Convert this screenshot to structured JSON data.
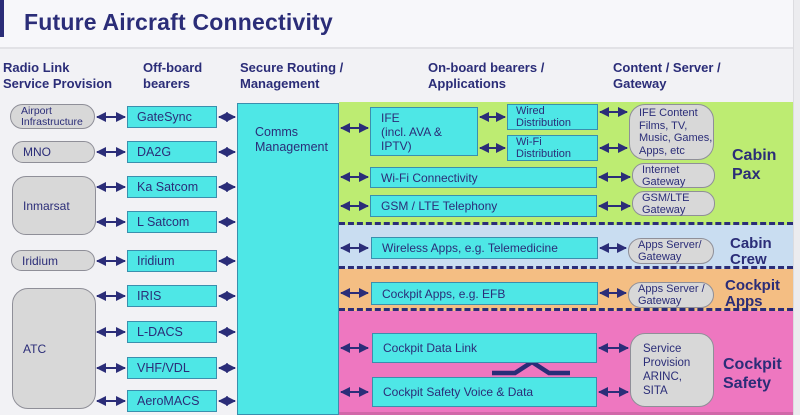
{
  "title": "Future Aircraft Connectivity",
  "column_headers": [
    "Radio Link\nService Provision",
    "Off-board\nbearers",
    "Secure Routing /\nManagement",
    "On-board bearers /\nApplications",
    "Content / Server /\nGateway"
  ],
  "providers": {
    "airport": "Airport\nInfrastructure",
    "mno": "MNO",
    "inmarsat": "Inmarsat",
    "iridium": "Iridium",
    "atc": "ATC"
  },
  "bearers": [
    "GateSync",
    "DA2G",
    "Ka Satcom",
    "L Satcom",
    "Iridium",
    "IRIS",
    "L-DACS",
    "VHF/VDL",
    "AeroMACS"
  ],
  "routing": {
    "comms": "Comms\nManagement"
  },
  "onboard": {
    "ife": "IFE\n(incl. AVA &\nIPTV)",
    "wired_dist": "Wired\nDistribution",
    "wifi_dist": "Wi-Fi\nDistribution",
    "wifi_conn": "Wi-Fi Connectivity",
    "gsm_lte": "GSM / LTE Telephony",
    "wireless_apps": "Wireless Apps, e.g. Telemedicine",
    "cockpit_apps": "Cockpit Apps, e.g. EFB",
    "cockpit_data_link": "Cockpit Data Link",
    "cockpit_safety_vd": "Cockpit Safety Voice & Data"
  },
  "gateways": {
    "ife_content": "IFE Content\nFilms, TV,\nMusic, Games,\nApps, etc",
    "internet": "Internet\nGateway",
    "gsm_lte": "GSM/LTE\nGateway",
    "apps_server_crew": "Apps Server/\nGateway",
    "apps_server_cockpit": "Apps Server /\nGateway",
    "service_provision": "Service\nProvision\nARINC,\nSITA"
  },
  "bands": [
    {
      "id": "cabin-pax",
      "label": "Cabin\nPax",
      "color": "#bdec72"
    },
    {
      "id": "cabin-crew",
      "label": "Cabin\nCrew",
      "color": "#c9ddf1"
    },
    {
      "id": "cockpit-apps",
      "label": "Cockpit\nApps",
      "color": "#f4be83"
    },
    {
      "id": "cockpit-safety",
      "label": "Cockpit\nSafety",
      "color": "#ee77c0"
    }
  ],
  "colors": {
    "navy": "#2b2d78",
    "cyan": "#4ee7e6",
    "cyan-border": "#3a8fae",
    "gray-fill": "#d8d8d8",
    "gray-border": "#8f8f98",
    "band-green": "#bdec72",
    "band-blue": "#c9ddf1",
    "band-orange": "#f4be83",
    "band-pink": "#ee77c0",
    "bg": "#f2f2f5",
    "header-bg": "#f7f7fa"
  }
}
